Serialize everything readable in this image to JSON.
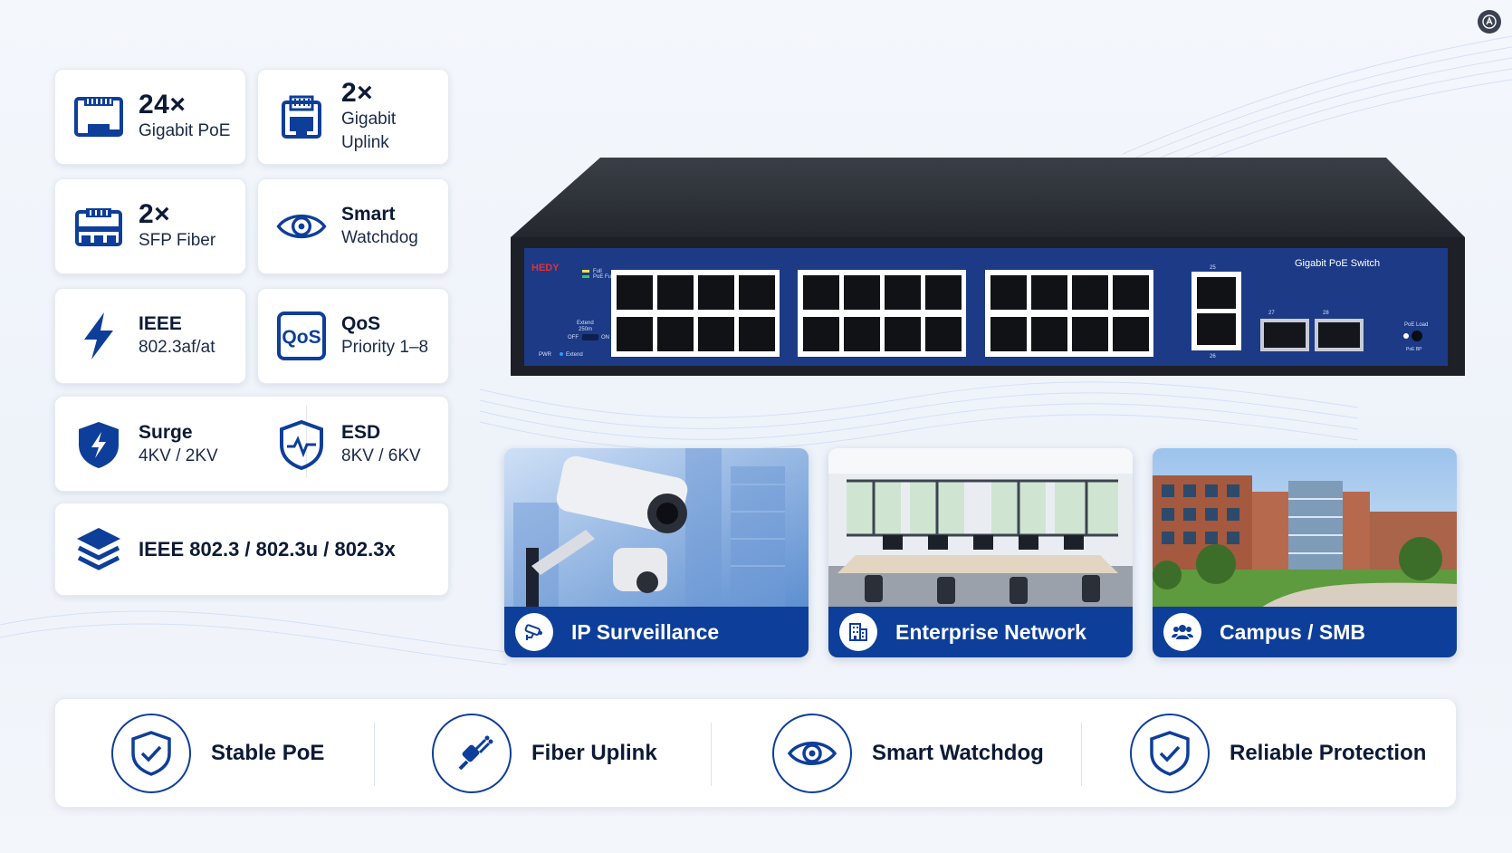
{
  "features": [
    {
      "big": "24×",
      "small": "Gigabit PoE",
      "icon": "rj45-port-icon"
    },
    {
      "big": "2×",
      "small": "Gigabit Uplink",
      "icon": "uplink-port-icon"
    },
    {
      "big": "2×",
      "small": "SFP Fiber",
      "icon": "sfp-module-icon"
    },
    {
      "big": "Smart",
      "small": "Watchdog",
      "icon": "eye-icon"
    },
    {
      "big": "IEEE",
      "small": "802.3af/at",
      "icon": "lightning-icon"
    },
    {
      "big": "QoS",
      "small": "Priority 1–8",
      "icon": "qos-icon"
    },
    {
      "big": "Surge",
      "small": "4KV / 2KV",
      "icon": "shield-bolt-icon"
    },
    {
      "big": "ESD",
      "small": "8KV / 6KV",
      "icon": "shield-pulse-icon"
    }
  ],
  "standards": {
    "text": "IEEE 802.3 / 802.3u / 802.3x",
    "icon": "layers-icon"
  },
  "switch": {
    "brand": "HEDY",
    "model_label": "Gigabit PoE Switch",
    "led_labels": {
      "full": "Full",
      "poe_full": "PoE Full",
      "extend": "Extend",
      "extend_sub": "250m",
      "off": "OFF",
      "on": "ON",
      "pwr": "PWR",
      "extend2": "Extend",
      "fault": "PoE Load",
      "poe_bp": "PoE BP"
    },
    "uplink_top": "25",
    "uplink_bottom": "26",
    "sfp_left": "27",
    "sfp_right": "28"
  },
  "applications": [
    {
      "label": "IP Surveillance",
      "icon": "camera-icon"
    },
    {
      "label": "Enterprise Network",
      "icon": "building-icon"
    },
    {
      "label": "Campus / SMB",
      "icon": "users-icon"
    }
  ],
  "benefits": [
    {
      "label": "Stable PoE",
      "icon": "shield-check-icon"
    },
    {
      "label": "Fiber Uplink",
      "icon": "fiber-plug-icon"
    },
    {
      "label": "Smart Watchdog",
      "icon": "eye-icon"
    },
    {
      "label": "Reliable Protection",
      "icon": "shield-check-icon"
    }
  ],
  "colors": {
    "brand_blue": "#0d3e9a",
    "navy_text": "#0c1a36",
    "panel_blue": "#1c3a86",
    "chassis": "#2b2f36"
  }
}
